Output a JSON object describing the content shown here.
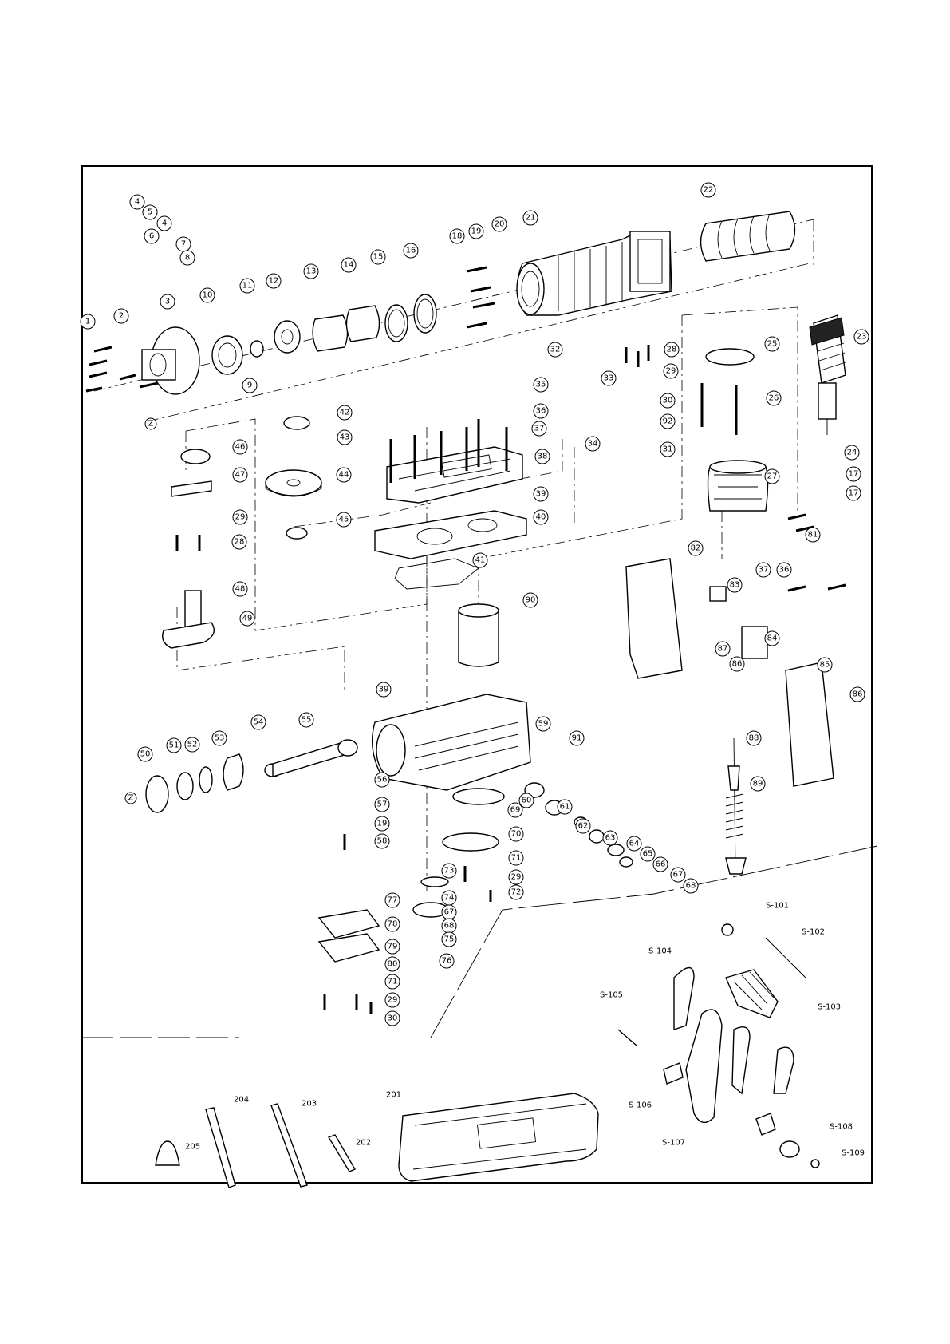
{
  "diagram": {
    "callouts_main": [
      "1",
      "2",
      "3",
      "4",
      "5",
      "4",
      "6",
      "7",
      "8",
      "9",
      "10",
      "11",
      "12",
      "13",
      "14",
      "15",
      "16",
      "18",
      "19",
      "20",
      "21",
      "22",
      "23",
      "24",
      "25",
      "26",
      "27",
      "17",
      "17",
      "28",
      "29",
      "30",
      "92",
      "31",
      "32",
      "33",
      "34",
      "35",
      "36",
      "37",
      "38",
      "39",
      "40",
      "41",
      "42",
      "43",
      "44",
      "45",
      "46",
      "47",
      "29",
      "28",
      "48",
      "49",
      "81",
      "36",
      "37",
      "82",
      "83",
      "84",
      "85",
      "86",
      "87",
      "86",
      "88",
      "89",
      "90",
      "39",
      "59",
      "91",
      "54",
      "55",
      "53",
      "52",
      "51",
      "50",
      "56",
      "57",
      "19",
      "58",
      "60",
      "61",
      "62",
      "63",
      "64",
      "65",
      "66",
      "67",
      "68",
      "69",
      "70",
      "71",
      "29",
      "72",
      "73",
      "74",
      "67",
      "68",
      "75",
      "76",
      "77",
      "78",
      "79",
      "80",
      "71",
      "29",
      "30"
    ],
    "callouts_accessory": [
      "S-101",
      "S-102",
      "S-103",
      "S-104",
      "S-105",
      "S-106",
      "S-107",
      "S-108",
      "S-109",
      "201",
      "202",
      "203",
      "204",
      "205"
    ],
    "marker_symbol": "Z"
  },
  "colors": {
    "line": "#000000",
    "paper": "#ffffff",
    "part_fill": "#ffffff",
    "dark_fill": "#222222"
  }
}
